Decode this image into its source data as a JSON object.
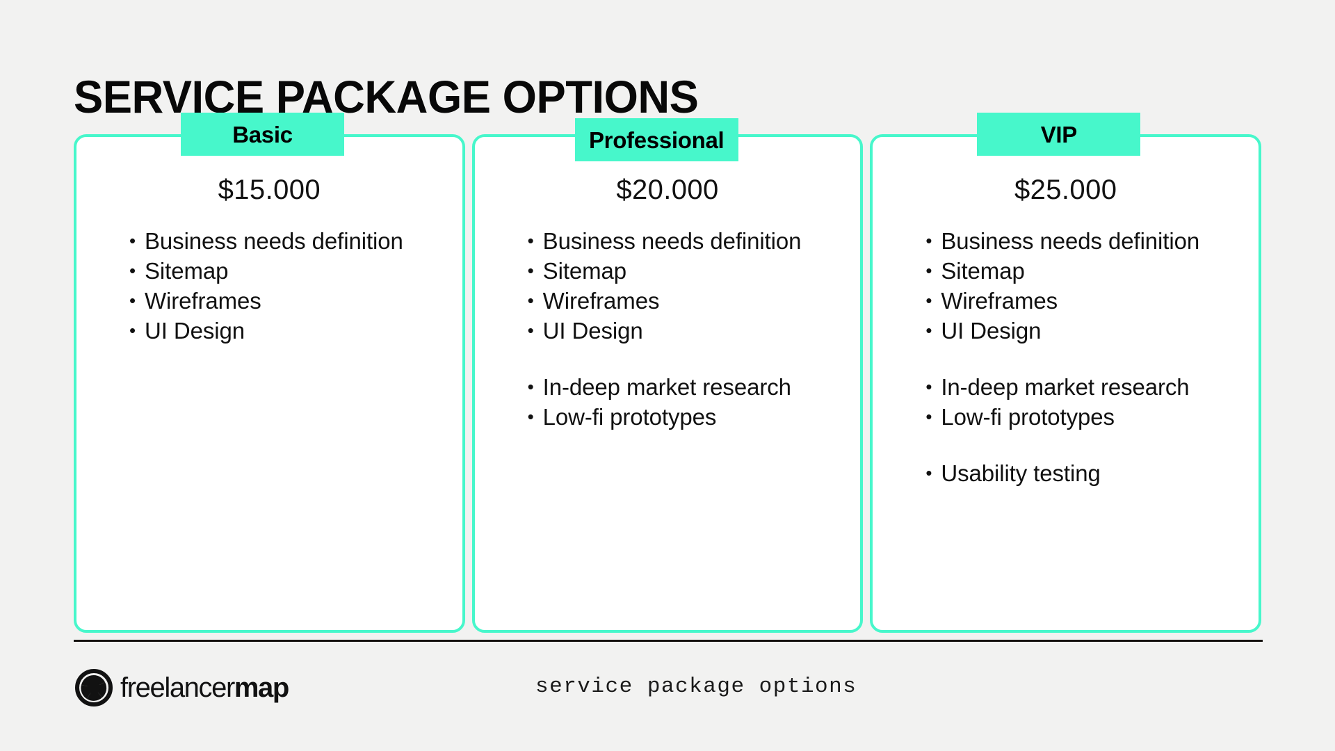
{
  "page": {
    "title": "SERVICE PACKAGE OPTIONS",
    "background_color": "#f2f2f1",
    "accent_color": "#47f7cb",
    "text_color": "#111111"
  },
  "packages": [
    {
      "name": "Basic",
      "price": "$15.000",
      "feature_groups": [
        {
          "items": [
            "Business needs definition",
            "Sitemap",
            "Wireframes",
            "UI Design"
          ]
        }
      ]
    },
    {
      "name": "Professional",
      "price": "$20.000",
      "feature_groups": [
        {
          "items": [
            "Business needs definition",
            "Sitemap",
            "Wireframes",
            "UI Design"
          ]
        },
        {
          "items": [
            "In-deep market research",
            "Low-fi prototypes"
          ]
        }
      ]
    },
    {
      "name": "VIP",
      "price": "$25.000",
      "feature_groups": [
        {
          "items": [
            "Business needs definition",
            "Sitemap",
            "Wireframes",
            "UI Design"
          ]
        },
        {
          "items": [
            "In-deep market research",
            "Low-fi prototypes"
          ]
        },
        {
          "items": [
            "Usability testing"
          ]
        }
      ]
    }
  ],
  "footer": {
    "brand_thin": "freelancer",
    "brand_bold": "map",
    "caption": "service package options"
  }
}
